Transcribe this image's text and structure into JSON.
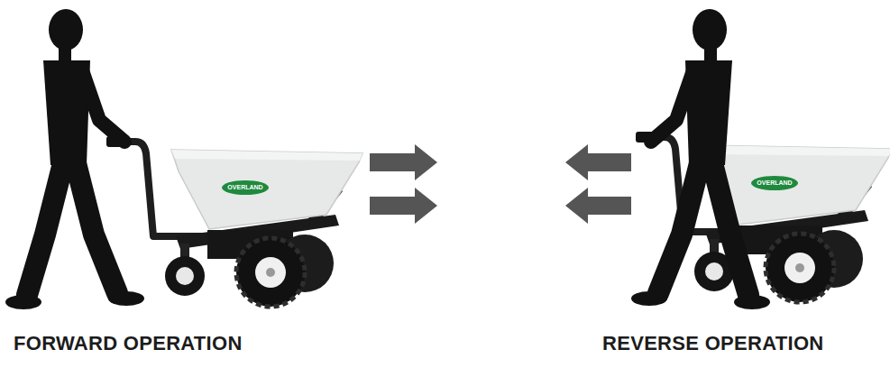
{
  "diagram": {
    "labels": [
      "FORWARD OPERATION",
      "REVERSE OPERATION",
      "OVERLAND",
      "OVERLAND"
    ]
  }
}
